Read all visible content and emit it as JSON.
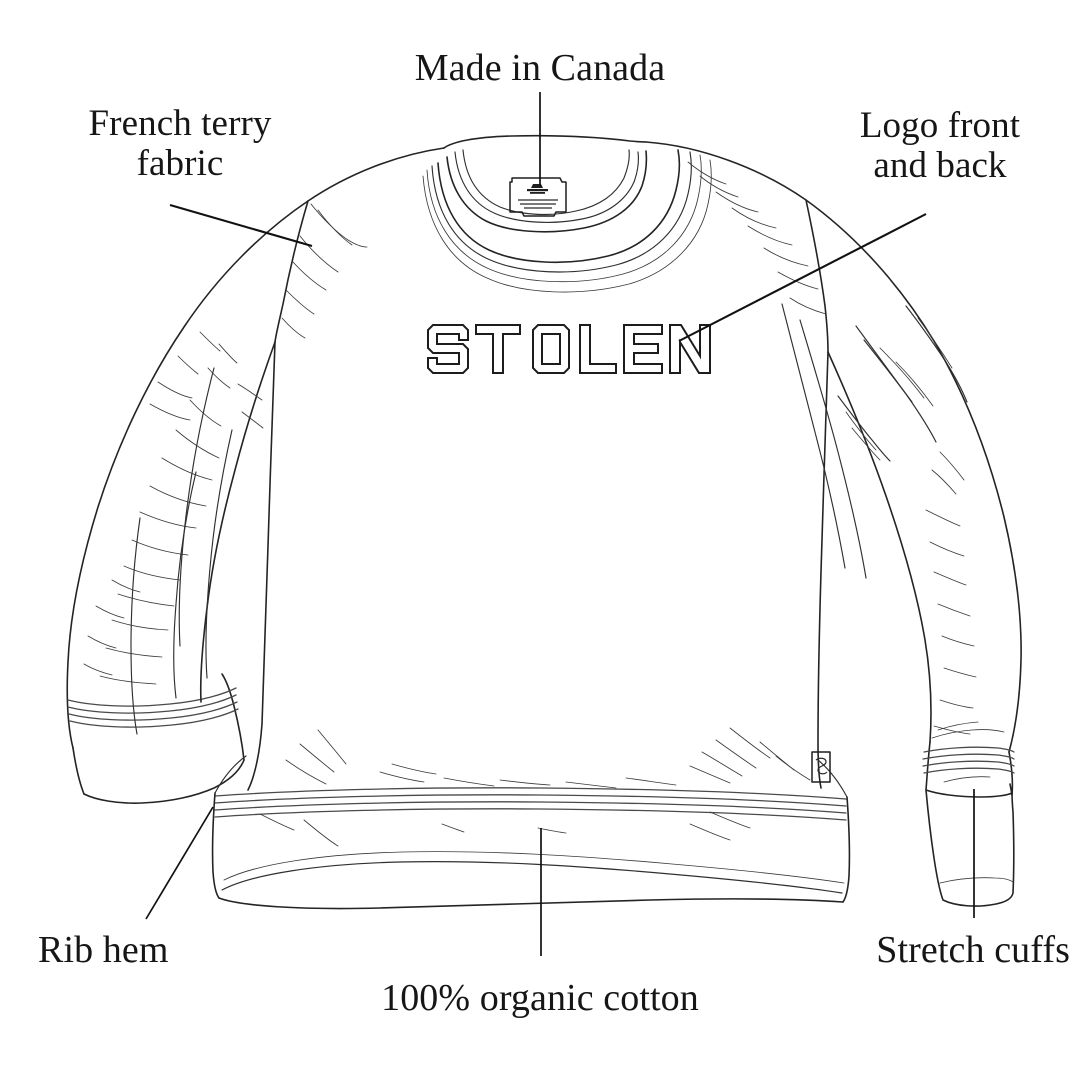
{
  "diagram": {
    "title": "Sweatshirt feature callout diagram",
    "background_color": "#ffffff",
    "line_color": "#242424",
    "text_color": "#161616"
  },
  "callouts": [
    {
      "id": "made-in-canada",
      "label": "Made in Canada",
      "position": "top-center",
      "leader": "vertical line down to neck label"
    },
    {
      "id": "french-terry-fabric",
      "label": "French terry\nfabric",
      "position": "top-left",
      "leader": "diagonal line down-right to left shoulder seam"
    },
    {
      "id": "logo-front-and-back",
      "label": "Logo front\nand back",
      "position": "top-right",
      "leader": "diagonal line down-left to chest logo"
    },
    {
      "id": "rib-hem",
      "label": "Rib hem",
      "position": "bottom-left",
      "leader": "diagonal line up-right to hem band"
    },
    {
      "id": "organic-cotton",
      "label": "100% organic cotton",
      "position": "bottom-center",
      "leader": "vertical line up to hem band"
    },
    {
      "id": "stretch-cuffs",
      "label": "Stretch cuffs",
      "position": "bottom-right",
      "leader": "vertical line up to right cuff"
    }
  ],
  "garment": {
    "type": "crewneck sweatshirt",
    "view": "front, flat lay",
    "chest_logo_text": "STOLEN",
    "chest_logo_style": "outlined block letters",
    "neck_label": {
      "present": true,
      "text": "illegible micro-text",
      "mark": "small emblem"
    },
    "side_label": {
      "present": true,
      "location": "right side seam above hem"
    },
    "rib_details": [
      "collar ribbing",
      "cuff ribbing",
      "hem ribbing"
    ]
  }
}
